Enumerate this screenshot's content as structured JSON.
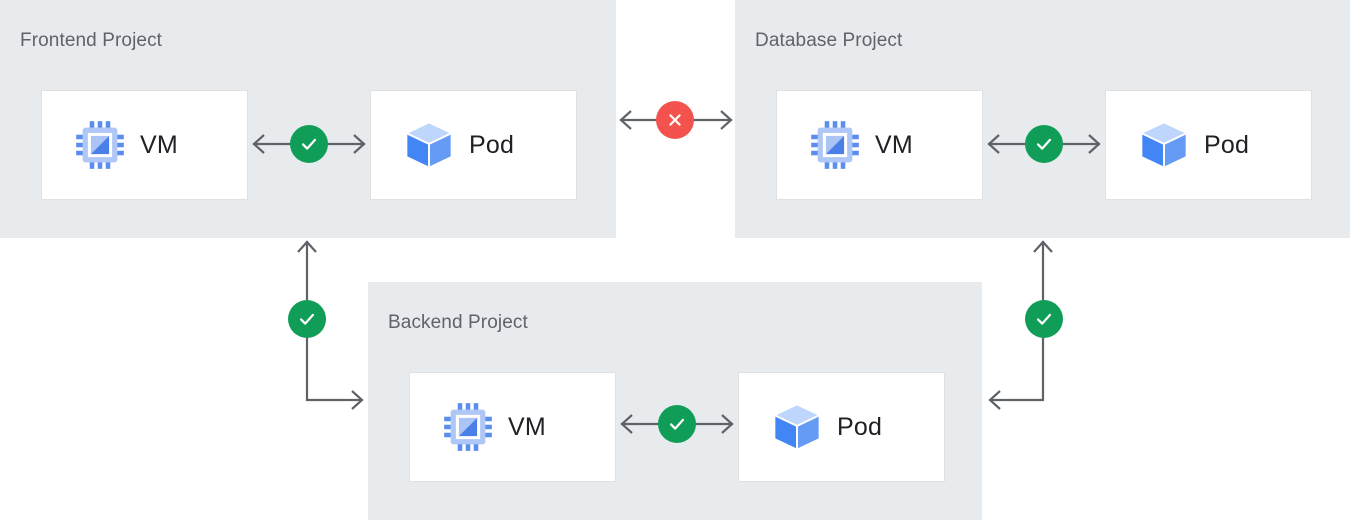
{
  "diagram": {
    "title_text_color": "#5f6368",
    "panel_background": "#e8ebed",
    "card_background": "#ffffff",
    "card_border_color": "#dfe1e3",
    "connector_color": "#5f6368",
    "status_ok_color": "#0f9d58",
    "status_error_color": "#f4524d",
    "icon_vm_name": "cpu-chip-icon",
    "icon_pod_name": "cube-icon",
    "icon_ok_name": "check-circle-icon",
    "icon_error_name": "x-circle-icon"
  },
  "panels": [
    {
      "id": "frontend",
      "title": "Frontend Project",
      "resources": [
        {
          "id": "frontend-vm",
          "label": "VM",
          "icon": "cpu-chip-icon"
        },
        {
          "id": "frontend-pod",
          "label": "Pod",
          "icon": "cube-icon"
        }
      ]
    },
    {
      "id": "database",
      "title": "Database Project",
      "resources": [
        {
          "id": "database-vm",
          "label": "VM",
          "icon": "cpu-chip-icon"
        },
        {
          "id": "database-pod",
          "label": "Pod",
          "icon": "cube-icon"
        }
      ]
    },
    {
      "id": "backend",
      "title": "Backend Project",
      "resources": [
        {
          "id": "backend-vm",
          "label": "VM",
          "icon": "cpu-chip-icon"
        },
        {
          "id": "backend-pod",
          "label": "Pod",
          "icon": "cube-icon"
        }
      ]
    }
  ],
  "connections": [
    {
      "id": "frontend-vm-to-pod",
      "from": "frontend-vm",
      "to": "frontend-pod",
      "direction": "bidirectional",
      "status": "allowed",
      "status_icon": "check-circle-icon"
    },
    {
      "id": "frontend-to-database",
      "from": "frontend",
      "to": "database",
      "direction": "bidirectional",
      "status": "blocked",
      "status_icon": "x-circle-icon"
    },
    {
      "id": "database-vm-to-pod",
      "from": "database-vm",
      "to": "database-pod",
      "direction": "bidirectional",
      "status": "allowed",
      "status_icon": "check-circle-icon"
    },
    {
      "id": "backend-vm-to-pod",
      "from": "backend-vm",
      "to": "backend-pod",
      "direction": "bidirectional",
      "status": "allowed",
      "status_icon": "check-circle-icon"
    },
    {
      "id": "backend-to-frontend",
      "from": "backend",
      "to": "frontend",
      "direction": "bidirectional",
      "status": "allowed",
      "status_icon": "check-circle-icon"
    },
    {
      "id": "backend-to-database",
      "from": "backend",
      "to": "database",
      "direction": "bidirectional",
      "status": "allowed",
      "status_icon": "check-circle-icon"
    }
  ]
}
